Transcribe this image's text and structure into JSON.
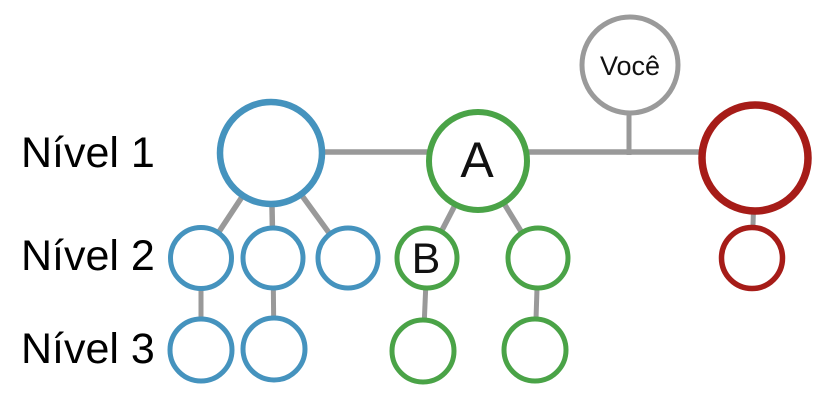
{
  "diagram": {
    "level_labels": [
      "Nível 1",
      "Nível 2",
      "Nível 3"
    ],
    "node_labels": {
      "you": "Você",
      "a": "A",
      "b": "B"
    },
    "colors": {
      "blue": "#4593be",
      "green": "#4aa347",
      "red": "#a61c18",
      "connector": "#999999",
      "you_ring": "#9a9a9a",
      "label_text": "#000000"
    },
    "structure": {
      "top_node": {
        "label": "Você",
        "color": "gray",
        "connects_to": "level1-row"
      },
      "groups": [
        {
          "color": "blue",
          "level1_nodes": 1,
          "level2_nodes": 3,
          "level3_nodes": 2,
          "labels": []
        },
        {
          "color": "green",
          "level1_nodes": 1,
          "level2_nodes": 2,
          "level3_nodes": 2,
          "labels": [
            "A",
            "B"
          ]
        },
        {
          "color": "red",
          "level1_nodes": 1,
          "level2_nodes": 1,
          "level3_nodes": 0,
          "labels": []
        }
      ]
    }
  }
}
